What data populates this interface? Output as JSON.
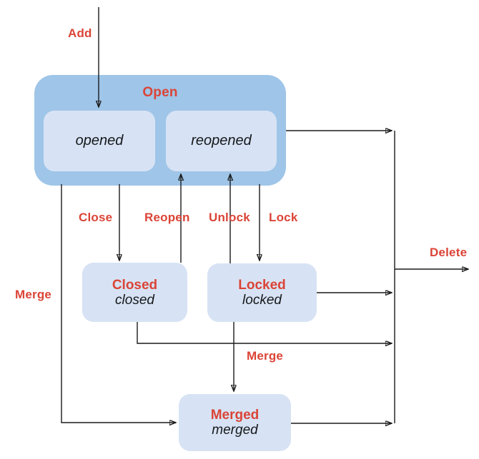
{
  "diagram": {
    "type": "state-transition-diagram",
    "colors": {
      "label_red": "#db4437",
      "open_container_blue": "#9fc5e8",
      "state_box_blue": "#d7e3f4",
      "state_text_black": "#16181b",
      "edge_black": "#1a1a1a",
      "background": "#ffffff"
    },
    "nodes": {
      "open": {
        "label": "Open"
      },
      "opened": {
        "label": "opened"
      },
      "reopened": {
        "label": "reopened"
      },
      "closed": {
        "label": "Closed",
        "state": "closed"
      },
      "locked": {
        "label": "Locked",
        "state": "locked"
      },
      "merged": {
        "label": "Merged",
        "state": "merged"
      }
    },
    "edges": {
      "add": {
        "label": "Add",
        "from": "start",
        "to": "opened"
      },
      "close": {
        "label": "Close",
        "from": "open",
        "to": "closed"
      },
      "reopen": {
        "label": "Reopen",
        "from": "closed",
        "to": "reopened"
      },
      "unlock": {
        "label": "Unlock",
        "from": "locked",
        "to": "reopened"
      },
      "lock": {
        "label": "Lock",
        "from": "open",
        "to": "locked"
      },
      "merge_from_open": {
        "label": "Merge",
        "from": "open",
        "to": "merged"
      },
      "merge_from_locked": {
        "label": "Merge",
        "from": "locked",
        "to": "merged"
      },
      "delete": {
        "label": "Delete",
        "from": [
          "open",
          "closed",
          "locked",
          "merged"
        ],
        "to": "end"
      }
    }
  }
}
